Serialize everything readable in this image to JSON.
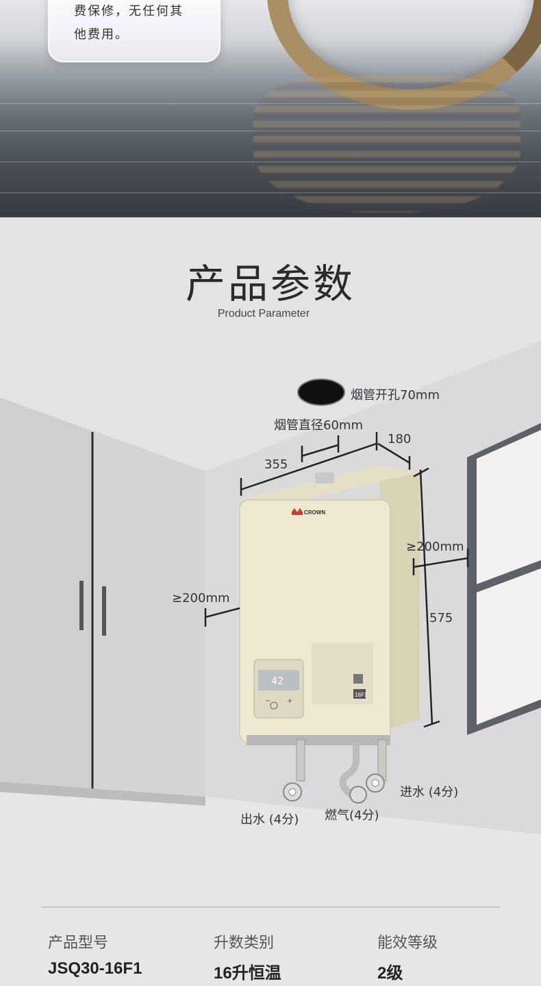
{
  "hero": {
    "text_line1": "费保修，无任何其",
    "text_line2": "他费用。"
  },
  "section": {
    "title": "产品参数",
    "subtitle": "Product Parameter"
  },
  "diagram": {
    "brand": "CROWN",
    "display_temp": "42",
    "model_badge": "16F1",
    "flue_hole": "烟管开孔70mm",
    "flue_diameter": "烟管直径60mm",
    "width": "355",
    "depth": "180",
    "height": "575",
    "clearance_right": "≥200mm",
    "clearance_left": "≥200mm",
    "outlet": "出水 (4分)",
    "gas": "燃气(4分)",
    "inlet": "进水 (4分)"
  },
  "specs": [
    {
      "label": "产品型号",
      "value": "JSQ30-16F1"
    },
    {
      "label": "升数类别",
      "value": "16升恒温"
    },
    {
      "label": "能效等级",
      "value": "2级"
    }
  ],
  "colors": {
    "heater_body": "#ede8cf",
    "wall": "#d6d6d8",
    "line": "#222222",
    "accent_gold": "#a88e62"
  }
}
